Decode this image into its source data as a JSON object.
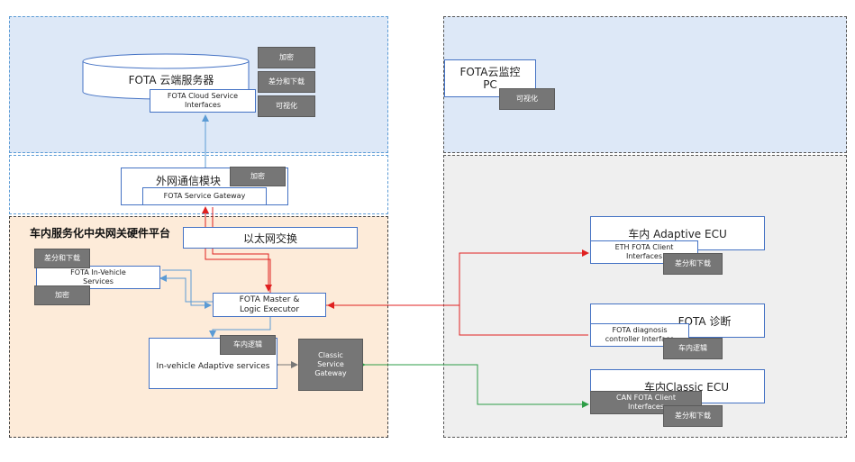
{
  "cloud_server": {
    "title": "FOTA 云端服务器",
    "interfaces": "FOTA Cloud Service Interfaces"
  },
  "cloud_tags": [
    "加密",
    "差分和下载",
    "可视化"
  ],
  "monitor": {
    "title": "FOTA云监控 PC",
    "tag": "可视化"
  },
  "external_module": {
    "title": "外网通信模块",
    "tag": "加密",
    "gateway": "FOTA Service Gateway"
  },
  "platform": {
    "title": "车内服务化中央网关硬件平台",
    "ethernet": "以太网交换",
    "invehicle_services": "FOTA In-Vehicle Services",
    "services_tag_top": "差分和下载",
    "services_tag_bottom": "加密",
    "master": "FOTA Master & Logic Executor",
    "adaptive_services": "In-vehicle Adaptive services",
    "adaptive_tag": "车内逻辑",
    "classic_gateway": "Classic Service Gateway"
  },
  "adaptive_ecu": {
    "title": "车内 Adaptive ECU",
    "client": "ETH FOTA Client Interfaces",
    "tag": "差分和下载"
  },
  "diagnosis": {
    "title": "FOTA 诊断",
    "client": "FOTA diagnosis controller Interface",
    "tag": "车内逻辑"
  },
  "classic_ecu": {
    "title": "车内Classic ECU",
    "client": "CAN FOTA Client Interfaces",
    "tag": "差分和下载"
  },
  "colors": {
    "region_blue": "#dde8f7",
    "region_peach": "#fdebd9",
    "region_gray": "#efefef",
    "arrow_red": "#e02020",
    "arrow_blue": "#5b9bd5",
    "arrow_green": "#2e9e47",
    "tag_gray": "#767676"
  }
}
